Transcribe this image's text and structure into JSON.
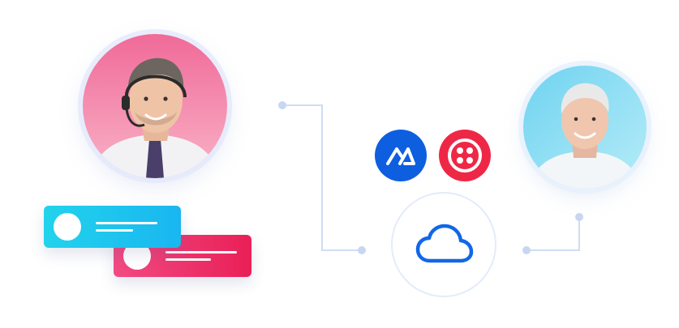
{
  "colors": {
    "connector": "#cfdcf4",
    "connector_dot": "#c8d6f2",
    "agent_bg": "#f7a2bd",
    "customer_bg": "#9ee3f5",
    "chat_blue": "#1fc6ee",
    "chat_pink": "#ee2d66",
    "supabase_blue": "#0e5ee0",
    "twilio_red": "#ef2746",
    "cloud_outline": "#1167e8"
  },
  "icons": {
    "agent": "support-agent-headset",
    "customer": "customer-portrait",
    "integration_1": "supabase-logo",
    "integration_2": "twilio-logo",
    "hub": "cloud-icon"
  },
  "chat_cards": [
    {
      "style": "blue",
      "lines": 2
    },
    {
      "style": "pink",
      "lines": 2
    }
  ]
}
